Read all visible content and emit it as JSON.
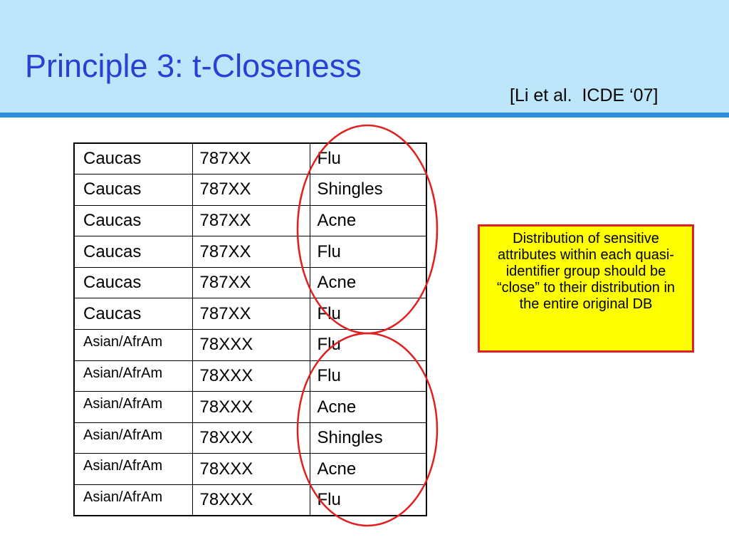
{
  "slide": {
    "title": "Principle 3: t-Closeness",
    "citation": "[Li et al.  ICDE ‘07]"
  },
  "table": {
    "rows": [
      [
        "Caucas",
        "787XX",
        "Flu"
      ],
      [
        "Caucas",
        "787XX",
        "Shingles"
      ],
      [
        "Caucas",
        "787XX",
        "Acne"
      ],
      [
        "Caucas",
        "787XX",
        "Flu"
      ],
      [
        "Caucas",
        "787XX",
        "Acne"
      ],
      [
        "Caucas",
        "787XX",
        "Flu"
      ],
      [
        "Asian/AfrAm",
        "78XXX",
        "Flu"
      ],
      [
        "Asian/AfrAm",
        "78XXX",
        "Flu"
      ],
      [
        "Asian/AfrAm",
        "78XXX",
        "Acne"
      ],
      [
        "Asian/AfrAm",
        "78XXX",
        "Shingles"
      ],
      [
        "Asian/AfrAm",
        "78XXX",
        "Acne"
      ],
      [
        "Asian/AfrAm",
        "78XXX",
        "Flu"
      ]
    ]
  },
  "callout": {
    "text": "Distribution of sensitive attributes within each quasi-identifier group should be “close” to their distribution in the entire original DB"
  },
  "colors": {
    "header_bg": "#bde6fb",
    "header_rule": "#2e8cd8",
    "title": "#2a3fd4",
    "highlight_ring": "#e02020",
    "callout_bg": "#ffff00"
  }
}
